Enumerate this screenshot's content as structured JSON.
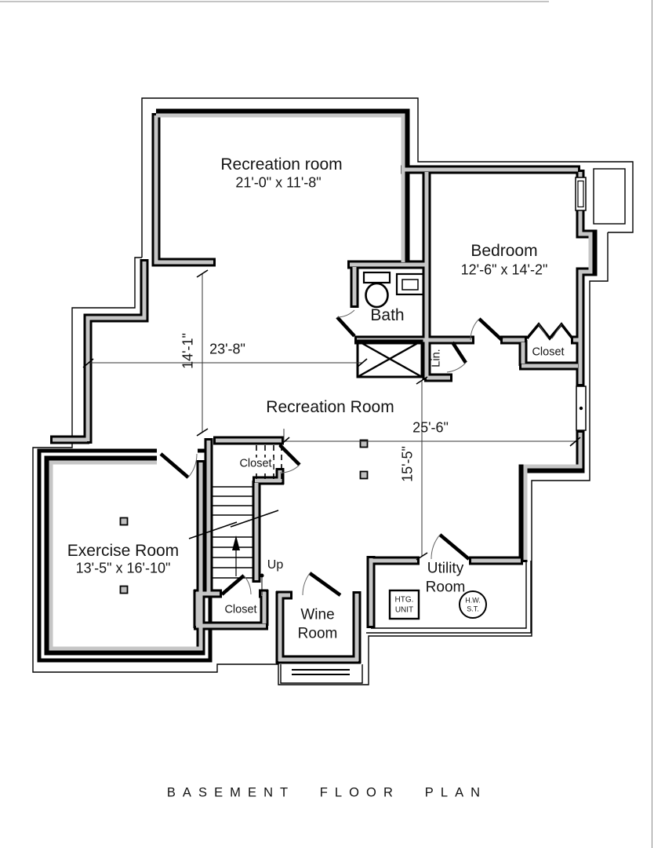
{
  "title": "BASEMENT FLOOR PLAN",
  "rooms": {
    "recreation_upper": {
      "name": "Recreation room",
      "dims": "21'-0\" x 11'-8\""
    },
    "bedroom": {
      "name": "Bedroom",
      "dims": "12'-6\" x 14'-2\""
    },
    "bath": {
      "name": "Bath"
    },
    "bedroom_closet": {
      "name": "Closet"
    },
    "linen_closet": {
      "name": "Lin."
    },
    "recreation_lower": {
      "name": "Recreation Room"
    },
    "stair_closet": {
      "name": "Closet"
    },
    "exercise": {
      "name": "Exercise Room",
      "dims": "13'-5\" x 16'-10\""
    },
    "under_stair_closet": {
      "name": "Closet"
    },
    "wine": {
      "name": "Wine Room"
    },
    "utility": {
      "name": "Utility Room"
    }
  },
  "labels": {
    "up": "Up",
    "htg_line1": "HTG.",
    "htg_line2": "UNIT",
    "hw_line1": "H.W.",
    "hw_line2": "S.T."
  },
  "dimensions": {
    "rec_upper_left_height": "14'-1\"",
    "rec_upper_width": "23'-8\"",
    "rec_lower_width": "25'-6\"",
    "rec_lower_height": "15'-5\""
  },
  "colors": {
    "line": "#000000",
    "wall_core": "#c6c6c6",
    "background": "#ffffff"
  }
}
